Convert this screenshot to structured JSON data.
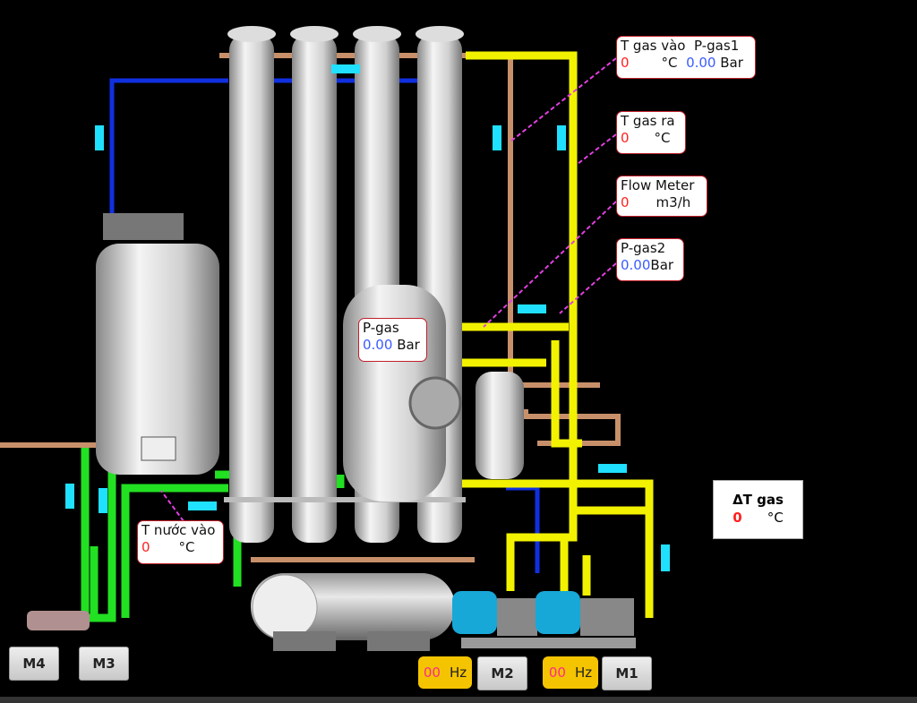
{
  "sensors": {
    "t_gas_in": {
      "label": "T gas vào",
      "value": "0",
      "unit": "°C"
    },
    "p_gas1": {
      "label": "P-gas1",
      "value": "0.00",
      "unit": "Bar"
    },
    "t_gas_out": {
      "label": "T gas ra",
      "value": "0",
      "unit": "°C"
    },
    "flow_meter": {
      "label": "Flow Meter",
      "value": "0",
      "unit": "m3/h"
    },
    "p_gas2": {
      "label": "P-gas2",
      "value": "0.00",
      "unit": "Bar"
    },
    "p_gas": {
      "label": "P-gas",
      "value": "0.00",
      "unit": "Bar"
    },
    "t_water_in": {
      "label": "T nước vào",
      "value": "0",
      "unit": "°C"
    },
    "delta_t_gas": {
      "label": "ΔT gas",
      "value": "0",
      "unit": "°C"
    }
  },
  "motors": {
    "m1": {
      "label": "M1",
      "freq": "00",
      "unit": "Hz"
    },
    "m2": {
      "label": "M2",
      "freq": "00",
      "unit": "Hz"
    },
    "m3": {
      "label": "M3"
    },
    "m4": {
      "label": "M4"
    }
  },
  "colors": {
    "gas_pipe": "#f2f200",
    "water_pipe": "#22e022",
    "return_pipe": "#1030e0",
    "copper_pipe": "#c8906a",
    "flow_arrow": "#20e0ff",
    "label_border": "#c0202a",
    "leader_line": "#e040e0"
  }
}
